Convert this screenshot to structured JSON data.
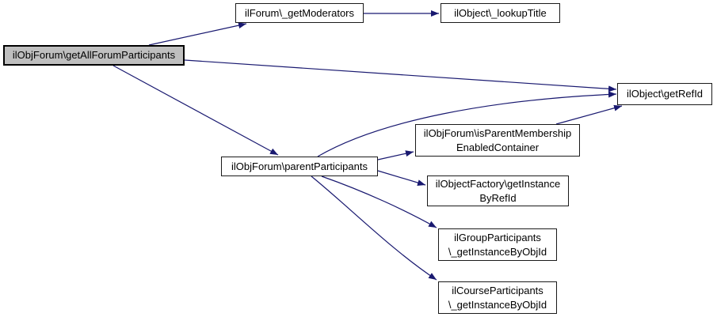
{
  "graph": {
    "kind": "call-graph",
    "colors": {
      "background": "#ffffff",
      "edge": "#191970",
      "node_fill": "#ffffff",
      "node_border": "#1a1a1a",
      "highlight_fill": "#bfbfbf",
      "text": "#000000"
    },
    "nodes": [
      {
        "id": "getAllForumParticipants",
        "lines": [
          "ilObjForum\\getAllForumParticipants"
        ],
        "highlighted": true
      },
      {
        "id": "getModerators",
        "lines": [
          "ilForum\\_getModerators"
        ],
        "highlighted": false
      },
      {
        "id": "lookupTitle",
        "lines": [
          "ilObject\\_lookupTitle"
        ],
        "highlighted": false
      },
      {
        "id": "getRefId",
        "lines": [
          "ilObject\\getRefId"
        ],
        "highlighted": false
      },
      {
        "id": "parentParticipants",
        "lines": [
          "ilObjForum\\parentParticipants"
        ],
        "highlighted": false
      },
      {
        "id": "isParentMembershipEnabledContainer",
        "lines": [
          "ilObjForum\\isParentMembership",
          "EnabledContainer"
        ],
        "highlighted": false
      },
      {
        "id": "getInstanceByRefId",
        "lines": [
          "ilObjectFactory\\getInstance",
          "ByRefId"
        ],
        "highlighted": false
      },
      {
        "id": "groupGetInstanceByObjId",
        "lines": [
          "ilGroupParticipants",
          "\\_getInstanceByObjId"
        ],
        "highlighted": false
      },
      {
        "id": "courseGetInstanceByObjId",
        "lines": [
          "ilCourseParticipants",
          "\\_getInstanceByObjId"
        ],
        "highlighted": false
      }
    ],
    "edges": [
      {
        "from": "getAllForumParticipants",
        "to": "getModerators"
      },
      {
        "from": "getAllForumParticipants",
        "to": "getRefId"
      },
      {
        "from": "getAllForumParticipants",
        "to": "parentParticipants"
      },
      {
        "from": "getModerators",
        "to": "lookupTitle"
      },
      {
        "from": "parentParticipants",
        "to": "getRefId"
      },
      {
        "from": "parentParticipants",
        "to": "isParentMembershipEnabledContainer"
      },
      {
        "from": "parentParticipants",
        "to": "getInstanceByRefId"
      },
      {
        "from": "parentParticipants",
        "to": "groupGetInstanceByObjId"
      },
      {
        "from": "parentParticipants",
        "to": "courseGetInstanceByObjId"
      },
      {
        "from": "isParentMembershipEnabledContainer",
        "to": "getRefId"
      }
    ]
  }
}
